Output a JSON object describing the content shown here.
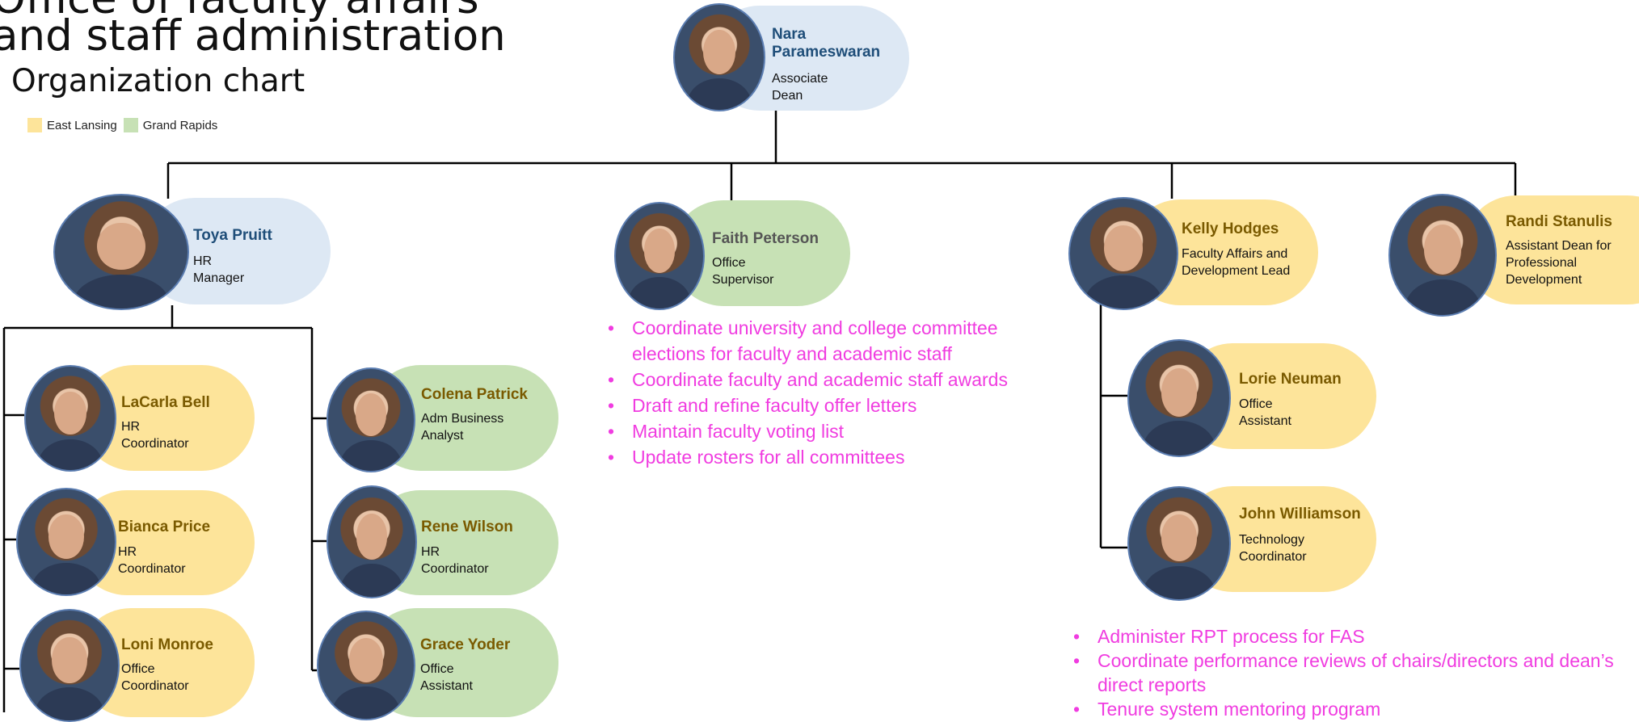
{
  "title": {
    "line1": "Office of faculty affairs",
    "line2": "and staff administration",
    "line3": "Organization chart"
  },
  "legend": [
    {
      "label": "East Lansing",
      "color": "#fde49a"
    },
    {
      "label": "Grand Rapids",
      "color": "#c7e1b5"
    }
  ],
  "people": {
    "nara": {
      "name": "Nara Parameswaran",
      "role": "Associate Dean"
    },
    "toya": {
      "name": "Toya Pruitt",
      "role": "HR Manager"
    },
    "faith": {
      "name": "Faith Peterson",
      "role": "Office Supervisor"
    },
    "kelly": {
      "name": "Kelly Hodges",
      "role": "Faculty Affairs and Development Lead"
    },
    "randi": {
      "name": "Randi Stanulis",
      "role": "Assistant Dean for Professional Development"
    },
    "lacarla": {
      "name": "LaCarla Bell",
      "role": "HR Coordinator"
    },
    "bianca": {
      "name": "Bianca Price",
      "role": "HR Coordinator"
    },
    "loni": {
      "name": "Loni Monroe",
      "role": "Office Coordinator"
    },
    "colena": {
      "name": "Colena Patrick",
      "role": "Adm Business Analyst"
    },
    "rene": {
      "name": "Rene Wilson",
      "role": "HR Coordinator"
    },
    "grace": {
      "name": "Grace Yoder",
      "role": "Office Assistant"
    },
    "lorie": {
      "name": "Lorie Neuman",
      "role": "Office Assistant"
    },
    "john": {
      "name": "John Williamson",
      "role": "Technology Coordinator"
    }
  },
  "faith_duties": [
    "Coordinate university and college committee elections for faculty and academic staff",
    "Coordinate faculty and academic staff awards",
    "Draft and refine faculty offer letters",
    "Maintain faculty voting list",
    "Update rosters for all committees"
  ],
  "kelly_duties": [
    "Administer RPT process for FAS",
    "Coordinate performance reviews of chairs/directors and dean’s direct reports",
    "Tenure system mentoring program"
  ]
}
